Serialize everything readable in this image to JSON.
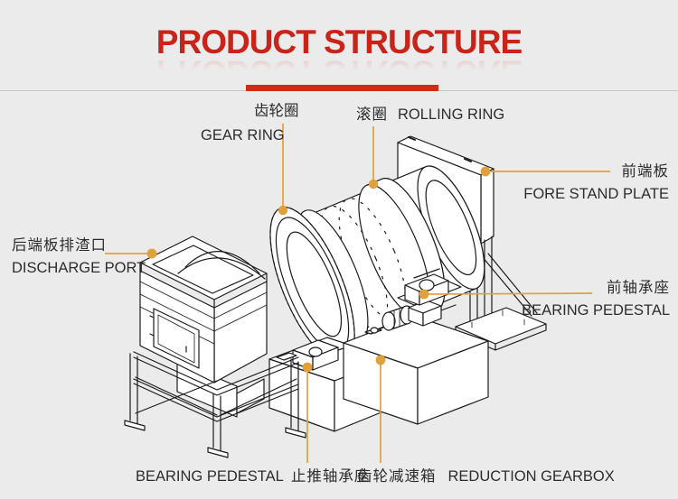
{
  "page": {
    "background_color": "#ebebeb"
  },
  "header": {
    "title": "PRODUCT STRUCTURE",
    "title_color": "#c9241a",
    "accent_bar_color": "#d02b15",
    "divider_color": "#c6c6c6"
  },
  "diagram": {
    "description": "Isometric technical line drawing of a rotary drum machine (rotary kiln / drum scrubber) with orange leader lines pointing to parts",
    "line_color": "#1b1b1b",
    "leader_color": "#e2a03d",
    "labels": {
      "gear_ring": {
        "zh": "齿轮圈",
        "en": "GEAR RING"
      },
      "rolling_ring": {
        "zh": "滚圈",
        "en": "ROLLING RING"
      },
      "fore_stand_plate": {
        "zh": "前端板",
        "en": "FORE STAND PLATE"
      },
      "discharge_port": {
        "zh": "后端板排渣口",
        "en": "DISCHARGE PORT"
      },
      "front_bearing_pedestal": {
        "zh": "前轴承座",
        "en": "BEARING PEDESTAL"
      },
      "thrust_bearing_pedestal": {
        "en": "BEARING PEDESTAL",
        "zh": "止推轴承座"
      },
      "reduction_gearbox": {
        "zh": "齿轮减速箱",
        "en": "REDUCTION GEARBOX"
      }
    }
  }
}
